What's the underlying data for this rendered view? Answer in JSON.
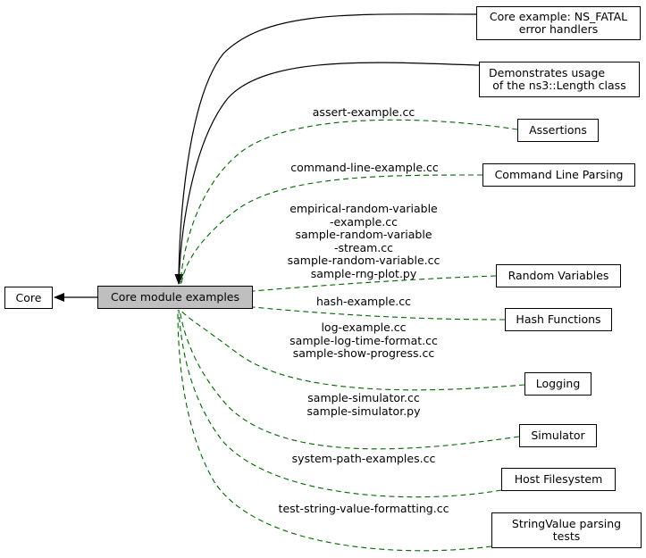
{
  "nodes": {
    "core": "Core",
    "current": "Core module examples",
    "fatal": [
      "Core example: NS_FATAL",
      "error handlers"
    ],
    "length": [
      "Demonstrates usage",
      "of the ns3::Length class"
    ],
    "assertions": "Assertions",
    "cmdline": "Command Line Parsing",
    "random": "Random Variables",
    "hash": "Hash Functions",
    "logging": "Logging",
    "simulator": "Simulator",
    "filesystem": "Host Filesystem",
    "stringvalue": [
      "StringValue parsing",
      "tests"
    ]
  },
  "edge_labels": {
    "assertions": [
      "assert-example.cc"
    ],
    "cmdline": [
      "command-line-example.cc"
    ],
    "random": [
      "empirical-random-variable",
      "-example.cc",
      "sample-random-variable",
      "-stream.cc",
      "sample-random-variable.cc",
      "sample-rng-plot.py"
    ],
    "hash": [
      "hash-example.cc"
    ],
    "logging": [
      "log-example.cc",
      "sample-log-time-format.cc",
      "sample-show-progress.cc"
    ],
    "simulator": [
      "sample-simulator.cc",
      "sample-simulator.py"
    ],
    "filesystem": [
      "system-path-examples.cc"
    ],
    "stringvalue": [
      "test-string-value-formatting.cc"
    ]
  },
  "colors": {
    "solid_edge": "#000000",
    "dashed_edge": "#006400",
    "current_fill": "#bfbfbf"
  }
}
